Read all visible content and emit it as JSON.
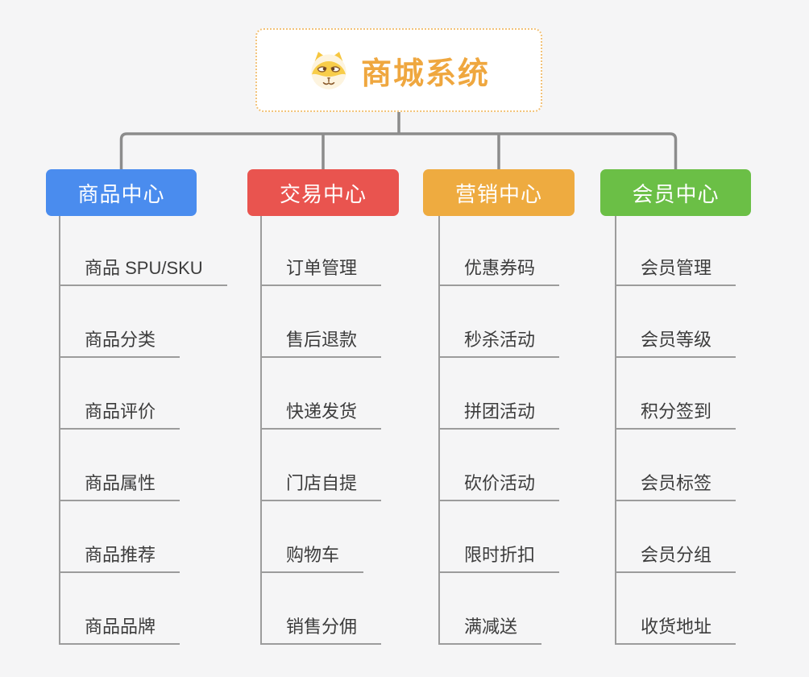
{
  "diagram_title": "商城系统",
  "root": {
    "title": "商城系统",
    "icon": "dog-face-icon",
    "title_color": "#efa73f",
    "border_color": "#f2c279",
    "background": "#ffffff"
  },
  "colors": {
    "canvas_background": "#f5f5f6",
    "connector": "#8c8c8c",
    "child_line": "#9c9c9c",
    "child_text": "#3c3c3c",
    "header_text": "#ffffff"
  },
  "branches": [
    {
      "label": "商品中心",
      "color": "#4a8cee",
      "children": [
        "商品 SPU/SKU",
        "商品分类",
        "商品评价",
        "商品属性",
        "商品推荐",
        "商品品牌"
      ]
    },
    {
      "label": "交易中心",
      "color": "#e9544f",
      "children": [
        "订单管理",
        "售后退款",
        "快递发货",
        "门店自提",
        "购物车",
        "销售分佣"
      ]
    },
    {
      "label": "营销中心",
      "color": "#eeab40",
      "children": [
        "优惠券码",
        "秒杀活动",
        "拼团活动",
        "砍价活动",
        "限时折扣",
        "满减送"
      ]
    },
    {
      "label": "会员中心",
      "color": "#6bbf46",
      "children": [
        "会员管理",
        "会员等级",
        "积分签到",
        "会员标签",
        "会员分组",
        "收货地址"
      ]
    }
  ]
}
